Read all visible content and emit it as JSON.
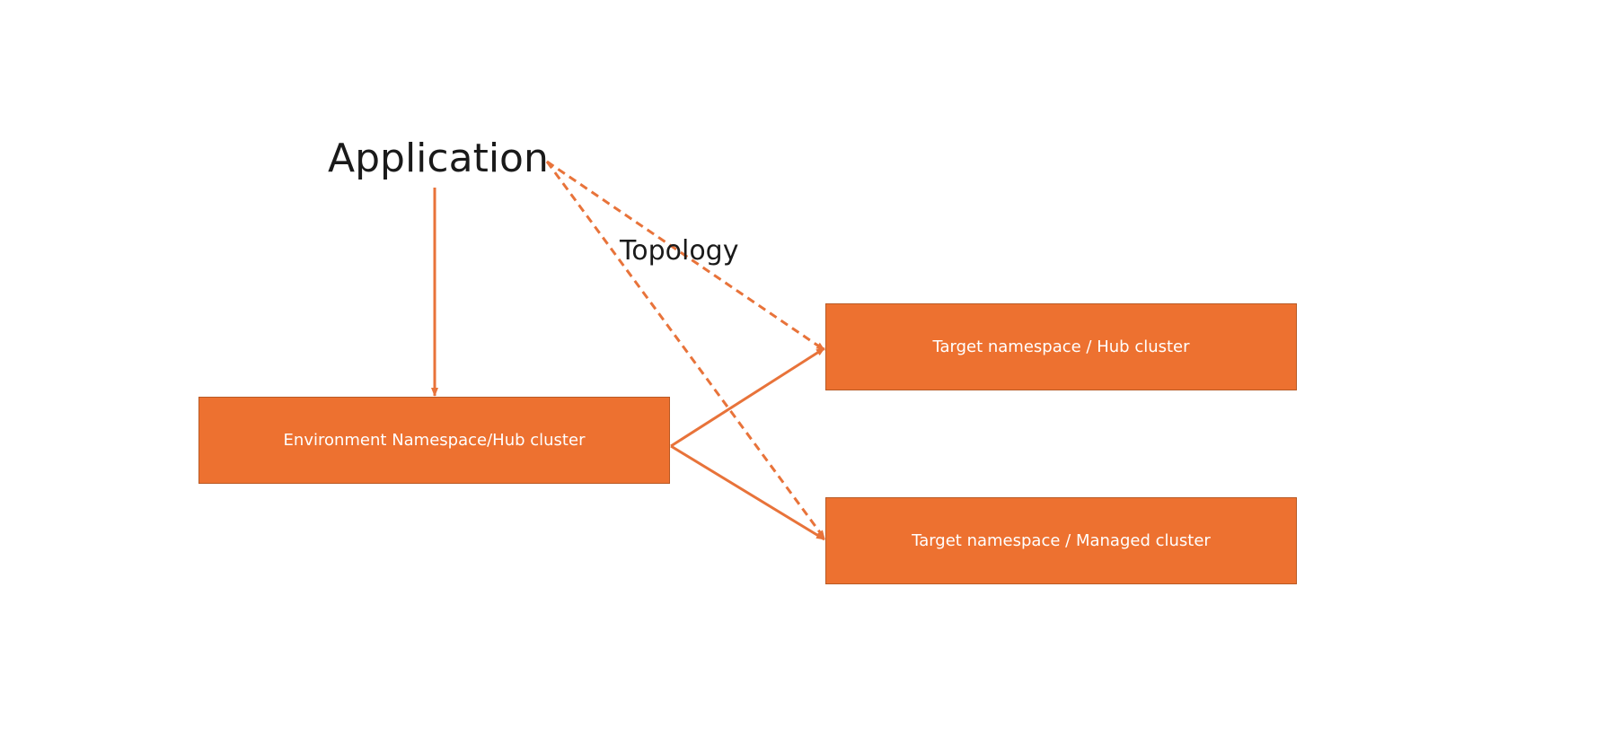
{
  "diagram": {
    "application_label": "Application",
    "topology_label": "Topology",
    "boxes": {
      "environment": "Environment Namespace/Hub cluster",
      "target_hub": "Target namespace / Hub cluster",
      "target_managed": "Target namespace / Managed cluster"
    },
    "colors": {
      "box_fill": "#ED7130",
      "box_border": "#B85A25",
      "connector": "#E8733A",
      "text_dark": "#1a1a1a",
      "text_light": "#ffffff"
    },
    "connectors": [
      {
        "from": "Application",
        "to": "Environment Namespace/Hub cluster",
        "style": "solid"
      },
      {
        "from": "Environment Namespace/Hub cluster",
        "to": "Target namespace / Hub cluster",
        "style": "solid"
      },
      {
        "from": "Environment Namespace/Hub cluster",
        "to": "Target namespace / Managed cluster",
        "style": "solid"
      },
      {
        "from": "Application",
        "to": "Target namespace / Hub cluster",
        "style": "dashed"
      },
      {
        "from": "Application",
        "to": "Target namespace / Managed cluster",
        "style": "dashed"
      }
    ]
  }
}
